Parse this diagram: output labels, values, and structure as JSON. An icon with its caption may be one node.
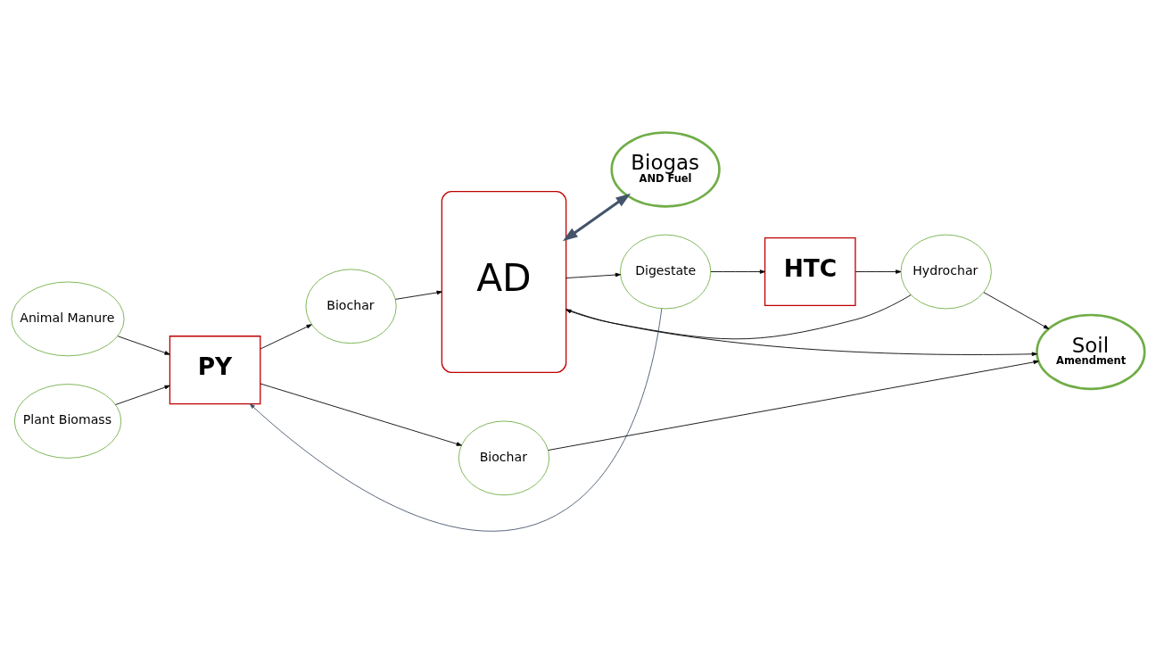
{
  "diagram": {
    "nodes": [
      {
        "text": [
          "Animal Manure"
        ]
      },
      {
        "text": [
          "Plant Biomass"
        ]
      },
      {
        "text": [
          "PY"
        ]
      },
      {
        "text": [
          "Biochar"
        ]
      },
      {
        "text": [
          "AD"
        ]
      },
      {
        "text": [
          "Biogas",
          "AND Fuel"
        ]
      },
      {
        "text": [
          "Digestate"
        ]
      },
      {
        "text": [
          "HTC"
        ]
      },
      {
        "text": [
          "Biochar"
        ]
      },
      {
        "text": [
          "Soil",
          "Amendment"
        ]
      },
      {
        "text": [
          "Hydrochar"
        ]
      }
    ],
    "edges": [
      {
        "from": 0,
        "to": 2,
        "arrow": "to"
      },
      {
        "from": 1,
        "to": 2,
        "arrow": "to"
      },
      {
        "from": 6,
        "to": 2,
        "arrow": "to",
        "color": "#44546a"
      },
      {
        "from": 2,
        "to": 3,
        "arrow": "to"
      },
      {
        "from": 3,
        "to": 4,
        "arrow": "to"
      },
      {
        "from": 4,
        "to": 5,
        "arrow": "both",
        "style": "thick",
        "color": "#44546a"
      },
      {
        "from": 4,
        "to": 6,
        "arrow": "to"
      },
      {
        "from": 6,
        "to": 7,
        "arrow": "to"
      },
      {
        "from": 2,
        "to": 8,
        "arrow": "to"
      },
      {
        "from": 7,
        "to": 10,
        "arrow": "to"
      },
      {
        "from": 8,
        "to": 9,
        "arrow": "to"
      },
      {
        "from": 4,
        "to": 9,
        "arrow": "to"
      },
      {
        "from": 10,
        "to": 9,
        "arrow": "to"
      },
      {
        "from": 10,
        "to": 4,
        "arrow": "to"
      }
    ]
  }
}
